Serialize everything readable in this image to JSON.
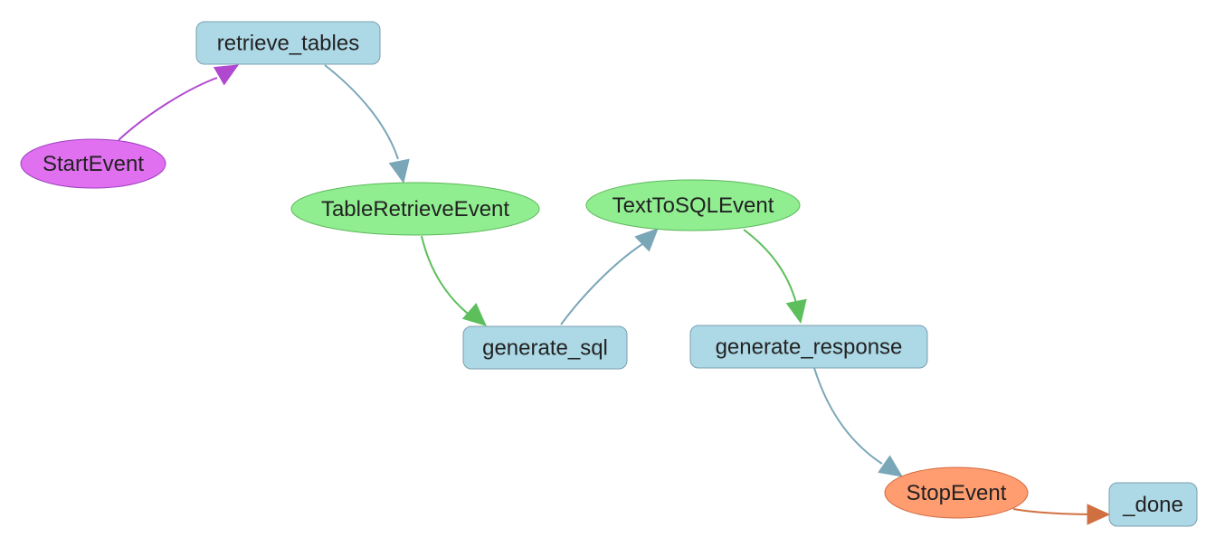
{
  "diagram": {
    "nodes": [
      {
        "id": "retrieve_tables",
        "label": "retrieve_tables",
        "kind": "step",
        "fill": "#add8e6",
        "stroke": "#7a9fb0"
      },
      {
        "id": "StartEvent",
        "label": "StartEvent",
        "kind": "event",
        "fill": "#e070f0",
        "stroke": "#a040c0"
      },
      {
        "id": "TableRetrieveEvent",
        "label": "TableRetrieveEvent",
        "kind": "event",
        "fill": "#90ee90",
        "stroke": "#5cb85c"
      },
      {
        "id": "TextToSQLEvent",
        "label": "TextToSQLEvent",
        "kind": "event",
        "fill": "#90ee90",
        "stroke": "#5cb85c"
      },
      {
        "id": "generate_sql",
        "label": "generate_sql",
        "kind": "step",
        "fill": "#add8e6",
        "stroke": "#7a9fb0"
      },
      {
        "id": "generate_response",
        "label": "generate_response",
        "kind": "step",
        "fill": "#add8e6",
        "stroke": "#7a9fb0"
      },
      {
        "id": "StopEvent",
        "label": "StopEvent",
        "kind": "event",
        "fill": "#ff9c70",
        "stroke": "#d06a40"
      },
      {
        "id": "_done",
        "label": "_done",
        "kind": "step",
        "fill": "#add8e6",
        "stroke": "#7a9fb0"
      }
    ],
    "edges": [
      {
        "from": "StartEvent",
        "to": "retrieve_tables",
        "color": "#b048d0"
      },
      {
        "from": "retrieve_tables",
        "to": "TableRetrieveEvent",
        "color": "#7aa7b8"
      },
      {
        "from": "TableRetrieveEvent",
        "to": "generate_sql",
        "color": "#5cbf5c"
      },
      {
        "from": "generate_sql",
        "to": "TextToSQLEvent",
        "color": "#7aa7b8"
      },
      {
        "from": "TextToSQLEvent",
        "to": "generate_response",
        "color": "#5cbf5c"
      },
      {
        "from": "generate_response",
        "to": "StopEvent",
        "color": "#7aa7b8"
      },
      {
        "from": "StopEvent",
        "to": "_done",
        "color": "#d07040"
      }
    ]
  }
}
